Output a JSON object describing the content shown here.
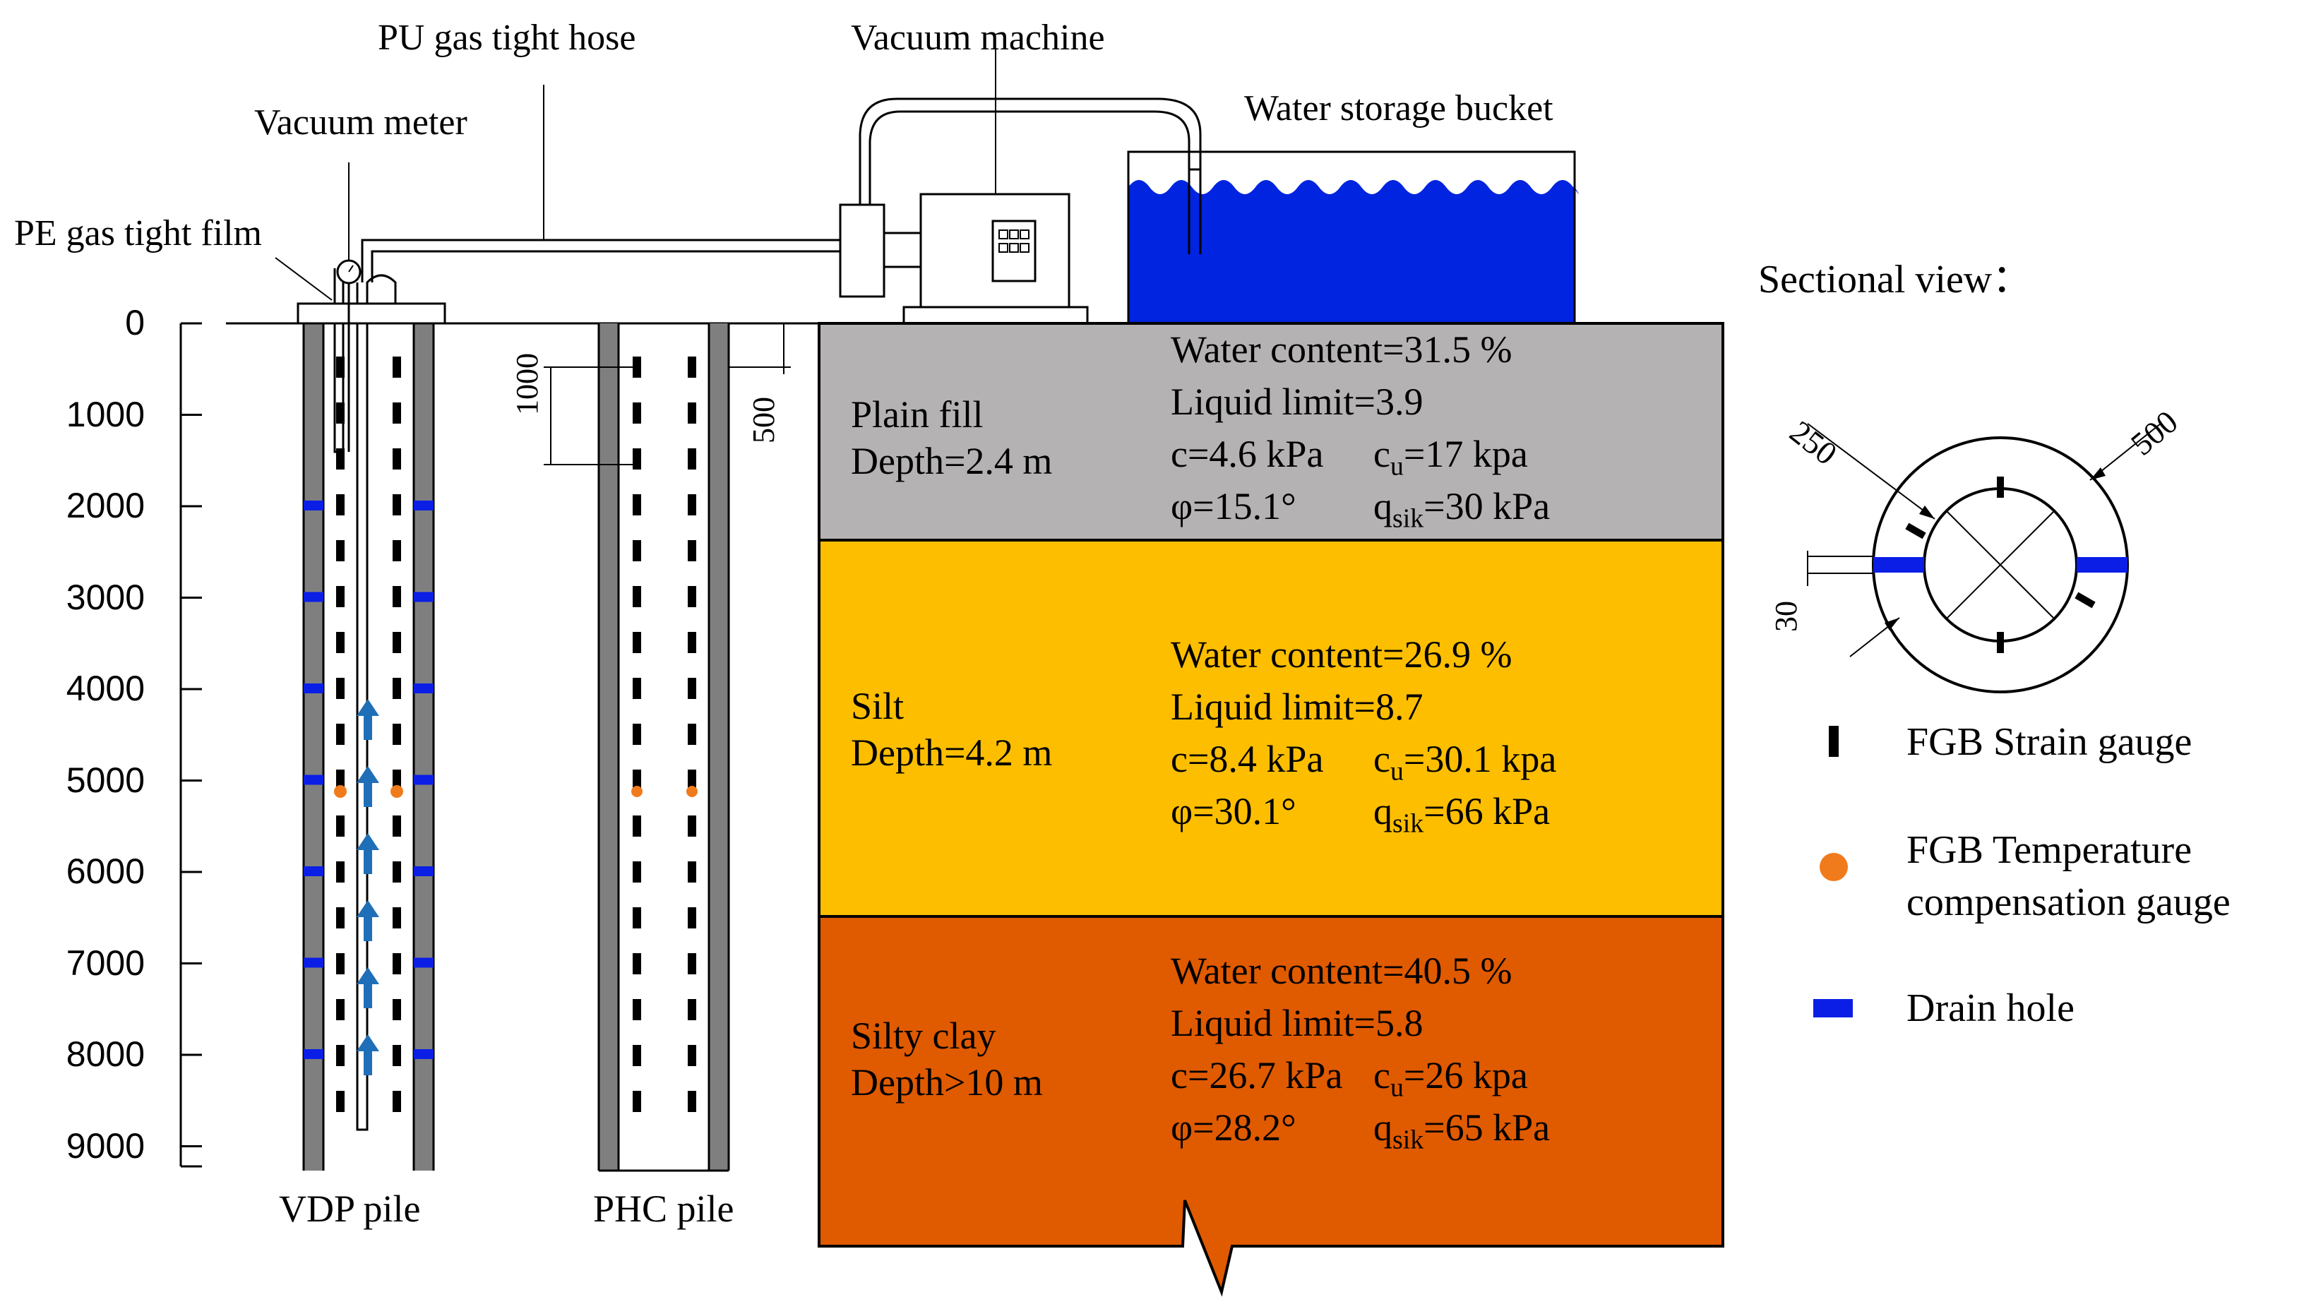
{
  "callouts": {
    "pu_hose": "PU gas tight hose",
    "vacuum_machine": "Vacuum machine",
    "vacuum_meter": "Vacuum meter",
    "water_bucket": "Water storage bucket",
    "pe_film": "PE gas tight film"
  },
  "depth_axis": {
    "ticks": [
      "0",
      "1000",
      "2000",
      "3000",
      "4000",
      "5000",
      "6000",
      "7000",
      "8000",
      "9000"
    ]
  },
  "piles": {
    "vdp_label": "VDP pile",
    "phc_label": "PHC pile",
    "dim_1000": "1000",
    "dim_500": "500"
  },
  "soil_layers": [
    {
      "name": "Plain fill",
      "depth": "Depth=2.4 m",
      "water_content": "Water content=31.5 %",
      "liquid_limit": "Liquid limit=3.9",
      "c": "c=4.6 kPa",
      "cu_sym": "c",
      "cu_sub": "u",
      "cu_val": "=17 kpa",
      "phi": "φ=15.1°",
      "q_sym": "q",
      "q_sub": "sik",
      "q_val": "=30 kPa",
      "color": "#b4b2b3"
    },
    {
      "name": "Silt",
      "depth": "Depth=4.2 m",
      "water_content": "Water content=26.9 %",
      "liquid_limit": "Liquid limit=8.7",
      "c": "c=8.4 kPa",
      "cu_sym": "c",
      "cu_sub": "u",
      "cu_val": "=30.1 kpa",
      "phi": "φ=30.1°",
      "q_sym": "q",
      "q_sub": "sik",
      "q_val": "=66 kPa",
      "color": "#fdbe00"
    },
    {
      "name": "Silty clay",
      "depth": "Depth>10 m",
      "water_content": "Water content=40.5 %",
      "liquid_limit": "Liquid limit=5.8",
      "c": "c=26.7 kPa",
      "cu_sym": "c",
      "cu_sub": "u",
      "cu_val": "=26 kpa",
      "phi": "φ=28.2°",
      "q_sym": "q",
      "q_sub": "sik",
      "q_val": "=65 kPa",
      "color": "#e05a00"
    }
  ],
  "section": {
    "title": "Sectional view：",
    "dim_250": "250",
    "dim_500": "500",
    "dim_30": "30"
  },
  "legend": {
    "strain_gauge": "FGB Strain gauge",
    "temp_gauge_line1": "FGB Temperature",
    "temp_gauge_line2": "compensation gauge",
    "drain_hole": "Drain hole"
  },
  "colors": {
    "pile_wall": "#7f7f7f",
    "drain": "#0a1ee6",
    "water": "#0024e0",
    "arrow": "#1f6fb8",
    "temp_dot": "#f07b1d",
    "gauge": "#000000"
  }
}
